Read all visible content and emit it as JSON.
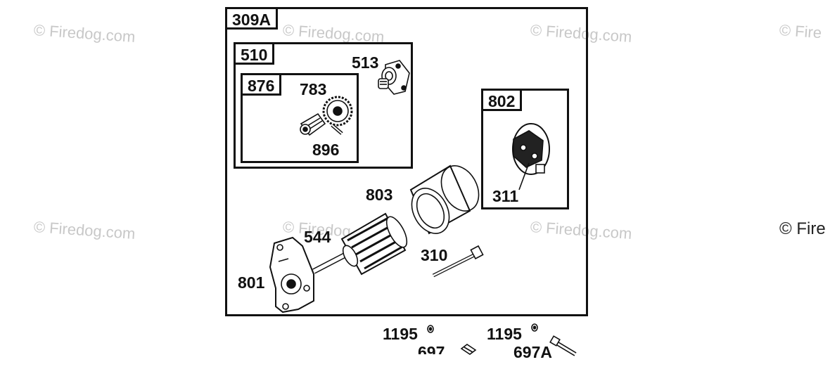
{
  "watermark": "© Firedog.com",
  "watermark_clipped": "© Fire",
  "groups": {
    "g309A": "309A",
    "g510": "510",
    "g876": "876",
    "g802": "802"
  },
  "parts": {
    "p513": "513",
    "p783": "783",
    "p896": "896",
    "p803": "803",
    "p311": "311",
    "p544": "544",
    "p310": "310",
    "p801": "801",
    "p1195a": "1195",
    "p1195b": "1195",
    "p697": "697",
    "p697A": "697A"
  }
}
